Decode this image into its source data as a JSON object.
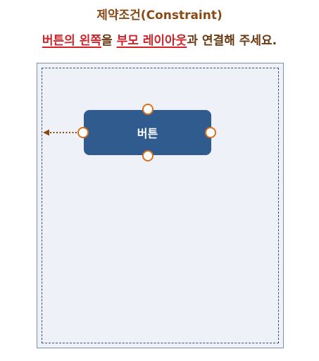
{
  "header": {
    "title": "제약조건(Constraint)",
    "instruction": {
      "part1": "버튼의 왼쪽",
      "part2": "을 ",
      "part3": "부모 레이아웃",
      "part4": "과 연결해 주세요."
    }
  },
  "diagram": {
    "button_label": "버튼"
  },
  "colors": {
    "title": "#8a4a14",
    "highlight": "#d1232a",
    "text": "#6b3a12",
    "layout_bg": "#eef2f8",
    "layout_dash": "#3a4d72",
    "button": "#2f5b8f",
    "handle": "#d9701e",
    "arrow": "#8a4a14"
  }
}
